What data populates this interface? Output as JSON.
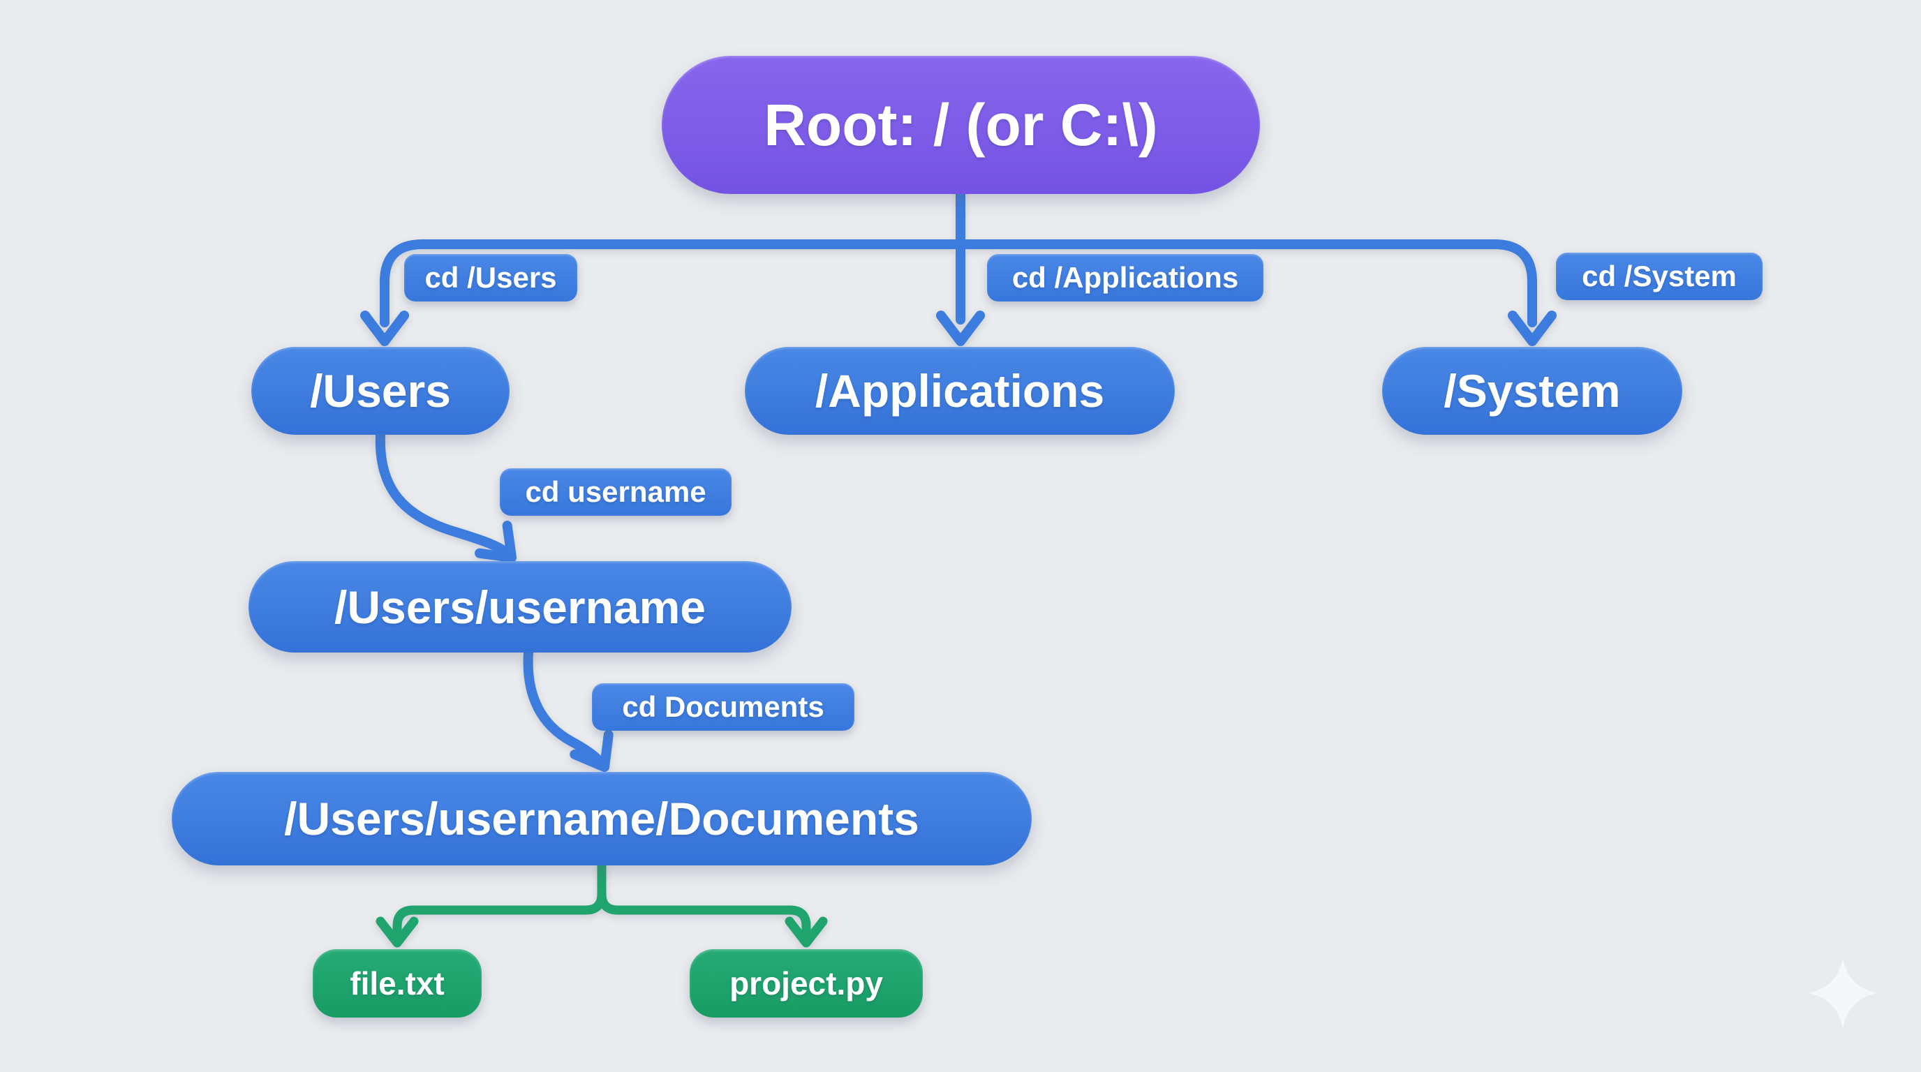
{
  "page": {
    "background_color": "#e9ebee"
  },
  "palette": {
    "root_purple": "#7a5ae8",
    "folder_blue": "#3b7cde",
    "file_green": "#1fa46d",
    "text_white": "#ffffff"
  },
  "diagram": {
    "root": {
      "label": "Root: / (or C:\\)"
    },
    "branches": [
      {
        "command": "cd /Users",
        "label": "/Users"
      },
      {
        "command": "cd /Applications",
        "label": "/Applications"
      },
      {
        "command": "cd /System",
        "label": "/System"
      }
    ],
    "users_path": [
      {
        "command": "cd username",
        "label": "/Users/username"
      },
      {
        "command": "cd Documents",
        "label": "/Users/username/Documents"
      }
    ],
    "files": [
      {
        "label": "file.txt"
      },
      {
        "label": "project.py"
      }
    ],
    "watermark_icon": "sparkle"
  }
}
